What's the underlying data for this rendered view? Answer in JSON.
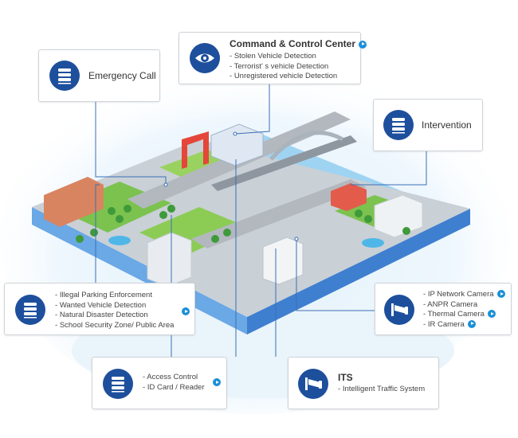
{
  "command": {
    "title": "Command & Control Center",
    "items": [
      "Stolen Vehicle Detection",
      "Terrorist' s vehicle Detection",
      "Unregistered vehicle Detection"
    ],
    "icon": "eye-icon"
  },
  "emergency": {
    "title": "Emergency Call",
    "icon": "database-icon"
  },
  "intervention": {
    "title": "Intervention",
    "icon": "database-icon"
  },
  "parking": {
    "items": [
      "Illegal Parking Enforcement",
      "Wanted Vehicle Detection",
      "Natural Disaster Detection",
      "School  Security Zone/ Public Area"
    ],
    "icon": "database-icon"
  },
  "camera": {
    "items": [
      "IP Network Camera",
      "ANPR Camera",
      "Thermal Camera",
      "IR Camera"
    ],
    "icon": "cctv-camera-icon"
  },
  "access": {
    "items": [
      "Access Control",
      "ID Card / Reader"
    ],
    "icon": "database-icon"
  },
  "its": {
    "title": "ITS",
    "items": [
      "Intelligent Traffic System"
    ],
    "icon": "cctv-camera-icon"
  },
  "colors": {
    "icon_bg": "#1d4f9c",
    "arrow": "#1b8fd8",
    "connector": "#3b6fb6",
    "box_border": "#cfd3d8"
  }
}
